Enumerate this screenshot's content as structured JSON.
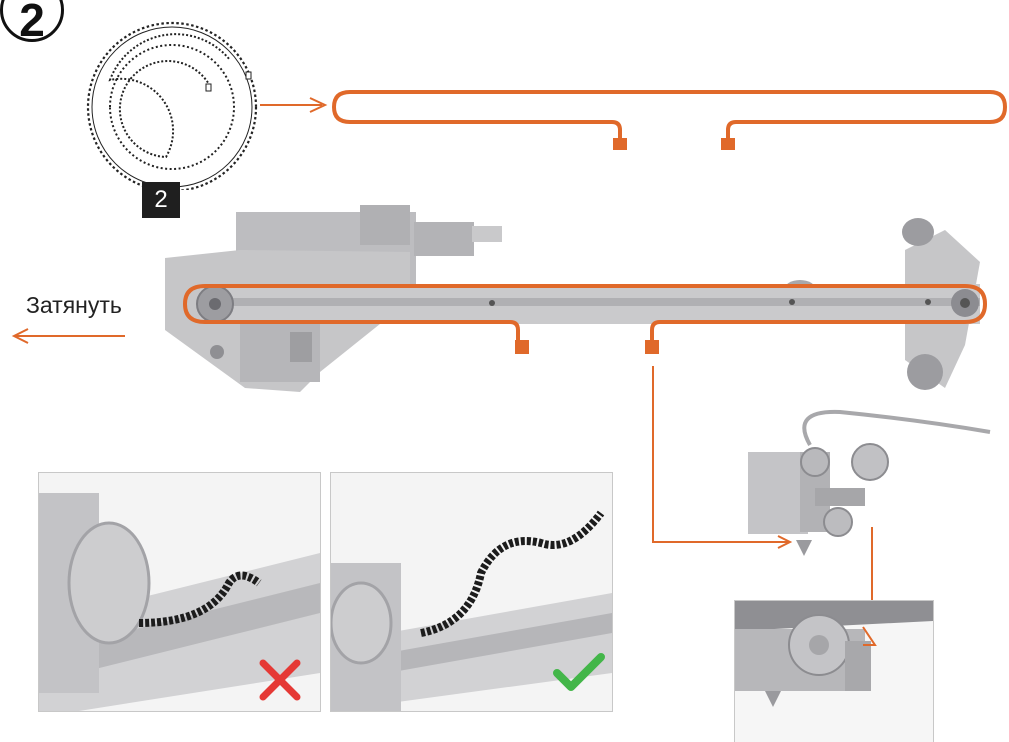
{
  "step": {
    "number": "2"
  },
  "part": {
    "label": "2"
  },
  "tension": {
    "label": "Затянуть"
  },
  "colors": {
    "accent": "#e0692a",
    "metal": "#c9c9cb",
    "metal_dark": "#a9a9ac",
    "belt": "#1c1c1c",
    "wrong": "#e53935",
    "right": "#43b649"
  },
  "panels": {
    "wrong": {
      "verdict_icon": "cross-icon"
    },
    "right": {
      "verdict_icon": "check-icon"
    }
  }
}
